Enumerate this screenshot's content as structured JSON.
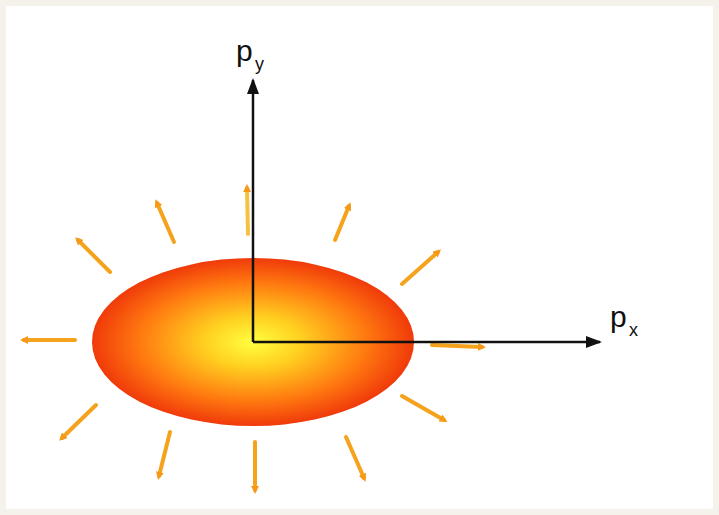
{
  "diagram": {
    "labels": [
      "p",
      "y",
      "p",
      "x"
    ]
  }
}
